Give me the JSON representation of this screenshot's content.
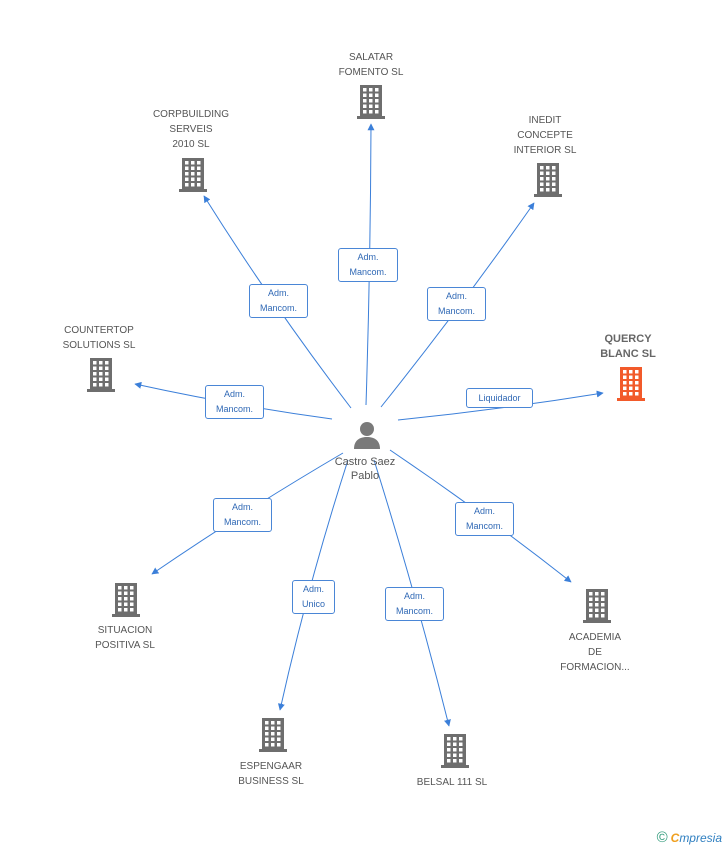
{
  "colors": {
    "edge": "#3b7fd9",
    "building_default": "#6e6e6e",
    "building_highlight": "#f25a2a",
    "person": "#7a7a7a"
  },
  "center": {
    "name": "Castro Saez\nPablo",
    "icon": "person-icon"
  },
  "companies": [
    {
      "id": "salatar",
      "name": "SALATAR\nFOMENTO SL",
      "highlight": false,
      "icon": "building-icon"
    },
    {
      "id": "corpbuilding",
      "name": "CORPBUILDING\nSERVEIS\n2010 SL",
      "highlight": false,
      "icon": "building-icon"
    },
    {
      "id": "inedit",
      "name": "INEDIT\nCONCEPTE\nINTERIOR SL",
      "highlight": false,
      "icon": "building-icon"
    },
    {
      "id": "countertop",
      "name": "COUNTERTOP\nSOLUTIONS SL",
      "highlight": false,
      "icon": "building-icon"
    },
    {
      "id": "quercy",
      "name": "QUERCY\nBLANC SL",
      "highlight": true,
      "icon": "building-icon"
    },
    {
      "id": "situacion",
      "name": "SITUACION\nPOSITIVA SL",
      "highlight": false,
      "icon": "building-icon"
    },
    {
      "id": "academia",
      "name": "ACADEMIA\nDE\nFORMACION...",
      "highlight": false,
      "icon": "building-icon"
    },
    {
      "id": "espengaar",
      "name": "ESPENGAAR\nBUSINESS SL",
      "highlight": false,
      "icon": "building-icon"
    },
    {
      "id": "belsal",
      "name": "BELSAL 111 SL",
      "highlight": false,
      "icon": "building-icon"
    }
  ],
  "relations": [
    {
      "to": "salatar",
      "label": "Adm.\nMancom."
    },
    {
      "to": "corpbuilding",
      "label": "Adm.\nMancom."
    },
    {
      "to": "inedit",
      "label": "Adm.\nMancom."
    },
    {
      "to": "countertop",
      "label": "Adm.\nMancom."
    },
    {
      "to": "quercy",
      "label": "Liquidador"
    },
    {
      "to": "situacion",
      "label": "Adm.\nMancom."
    },
    {
      "to": "academia",
      "label": "Adm.\nMancom."
    },
    {
      "to": "espengaar",
      "label": "Adm.\nUnico"
    },
    {
      "to": "belsal",
      "label": "Adm.\nMancom."
    }
  ],
  "brand": {
    "copyright": "©",
    "name_first": "C",
    "name_rest": "mpresia"
  }
}
